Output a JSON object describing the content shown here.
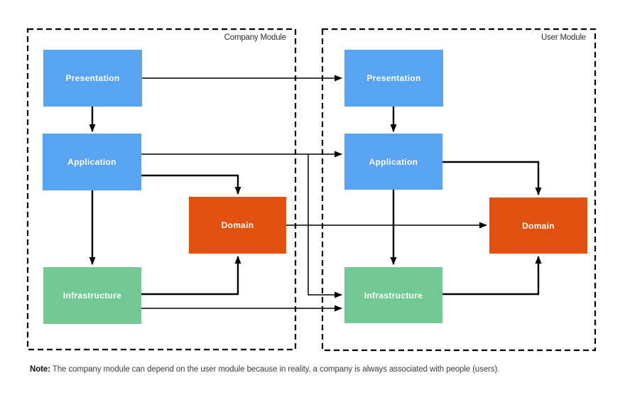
{
  "diagram": {
    "modules": [
      {
        "title": "Company Module",
        "nodes": [
          {
            "id": "company-presentation",
            "label": "Presentation",
            "color": "blue"
          },
          {
            "id": "company-application",
            "label": "Application",
            "color": "blue"
          },
          {
            "id": "company-domain",
            "label": "Domain",
            "color": "orange"
          },
          {
            "id": "company-infrastructure",
            "label": "Infrastructure",
            "color": "green"
          }
        ]
      },
      {
        "title": "User Module",
        "nodes": [
          {
            "id": "user-presentation",
            "label": "Presentation",
            "color": "blue"
          },
          {
            "id": "user-application",
            "label": "Application",
            "color": "blue"
          },
          {
            "id": "user-domain",
            "label": "Domain",
            "color": "orange"
          },
          {
            "id": "user-infrastructure",
            "label": "Infrastructure",
            "color": "green"
          }
        ]
      }
    ],
    "edges": [
      {
        "from": "company-presentation",
        "to": "company-application"
      },
      {
        "from": "company-application",
        "to": "company-infrastructure"
      },
      {
        "from": "company-application",
        "to": "company-domain"
      },
      {
        "from": "company-infrastructure",
        "to": "company-domain"
      },
      {
        "from": "company-presentation",
        "to": "user-presentation"
      },
      {
        "from": "company-application",
        "to": "user-application"
      },
      {
        "from": "company-application",
        "to": "user-infrastructure"
      },
      {
        "from": "company-domain",
        "to": "user-domain"
      },
      {
        "from": "company-infrastructure",
        "to": "user-infrastructure"
      },
      {
        "from": "user-presentation",
        "to": "user-application"
      },
      {
        "from": "user-application",
        "to": "user-infrastructure"
      },
      {
        "from": "user-application",
        "to": "user-domain"
      },
      {
        "from": "user-infrastructure",
        "to": "user-domain"
      }
    ],
    "colors": {
      "node-blue": "#58A3F2",
      "node-green": "#72C892",
      "node-orange": "#E2500D",
      "edge": "#000000",
      "module-border": "#000000",
      "title-text": "#2e2e2e"
    }
  },
  "note": {
    "label": "Note:",
    "text": "The company module can depend on the user module because in reality, a company is always associated with people (users)."
  }
}
